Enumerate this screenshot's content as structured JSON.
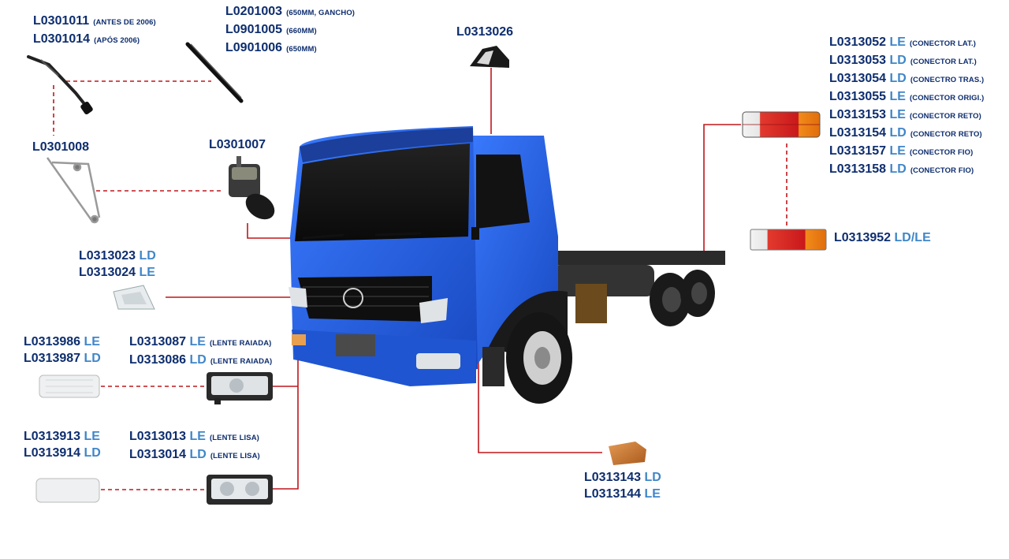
{
  "colors": {
    "code": "#0d2d6e",
    "side": "#3f86c9",
    "leader": "#c0161b",
    "truck_body": "#1e5fd8"
  },
  "labels": {
    "wiper_arm": [
      {
        "code": "L0301011",
        "side": "",
        "note": "(ANTES DE  2006)"
      },
      {
        "code": "L0301014",
        "side": "",
        "note": "(APÓS 2006)"
      }
    ],
    "wiper_blade": [
      {
        "code": "L0201003",
        "side": "",
        "note": "(650MM, GANCHO)"
      },
      {
        "code": "L0901005",
        "side": "",
        "note": "(660MM)"
      },
      {
        "code": "L0901006",
        "side": "",
        "note": "(650MM)"
      }
    ],
    "roof_light": [
      {
        "code": "L0313026",
        "side": "",
        "note": ""
      }
    ],
    "wiper_linkage": [
      {
        "code": "L0301008",
        "side": "",
        "note": ""
      }
    ],
    "wiper_motor": [
      {
        "code": "L0301007",
        "side": "",
        "note": ""
      }
    ],
    "rear_lamp": [
      {
        "code": "L0313052",
        "side": "LE",
        "note": "(CONECTOR LAT.)"
      },
      {
        "code": "L0313053",
        "side": "LD",
        "note": "(CONECTOR LAT.)"
      },
      {
        "code": "L0313054",
        "side": "LD",
        "note": "(CONECTRO TRAS.)"
      },
      {
        "code": "L0313055",
        "side": "LE",
        "note": "(CONECTOR ORIGI.)"
      },
      {
        "code": "L0313153",
        "side": "LE",
        "note": "(CONECTOR RETO)"
      },
      {
        "code": "L0313154",
        "side": "LD",
        "note": "(CONECTOR RETO)"
      },
      {
        "code": "L0313157",
        "side": "LE",
        "note": "(CONECTOR FIO)"
      },
      {
        "code": "L0313158",
        "side": "LD",
        "note": "(CONECTOR FIO)"
      }
    ],
    "rear_lamp_lens": [
      {
        "code": "L0313952",
        "side": "LD/LE",
        "note": ""
      }
    ],
    "turn_signal": [
      {
        "code": "L0313023",
        "side": "LD",
        "note": ""
      },
      {
        "code": "L0313024",
        "side": "LE",
        "note": ""
      }
    ],
    "headlamp_lens_raiada": [
      {
        "code": "L0313986",
        "side": "LE",
        "note": ""
      },
      {
        "code": "L0313987",
        "side": "LD",
        "note": ""
      }
    ],
    "headlamp_raiada": [
      {
        "code": "L0313087",
        "side": "LE",
        "note": "(LENTE RAIADA)"
      },
      {
        "code": "L0313086",
        "side": "LD",
        "note": "(LENTE RAIADA)"
      }
    ],
    "headlamp_lens_lisa": [
      {
        "code": "L0313913",
        "side": "LE",
        "note": ""
      },
      {
        "code": "L0313914",
        "side": "LD",
        "note": ""
      }
    ],
    "headlamp_lisa": [
      {
        "code": "L0313013",
        "side": "LE",
        "note": "(LENTE LISA)"
      },
      {
        "code": "L0313014",
        "side": "LD",
        "note": "(LENTE LISA)"
      }
    ],
    "side_marker": [
      {
        "code": "L0313143",
        "side": "LD",
        "note": ""
      },
      {
        "code": "L0313144",
        "side": "LE",
        "note": ""
      }
    ]
  }
}
